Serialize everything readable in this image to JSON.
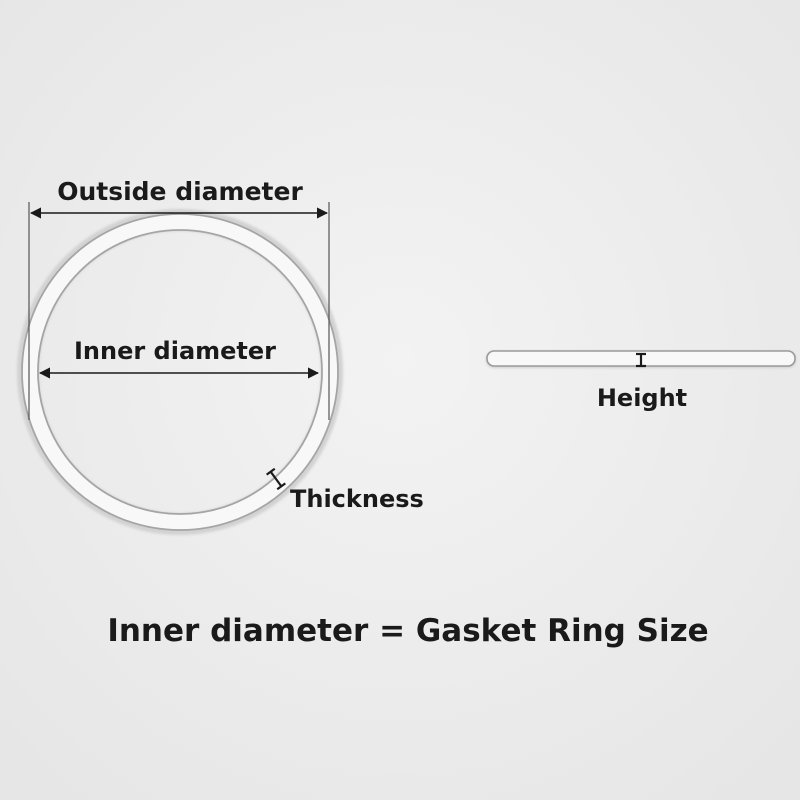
{
  "labels": {
    "outside_diameter": "Outside diameter",
    "inner_diameter": "Inner diameter",
    "thickness": "Thickness",
    "height": "Height",
    "formula": "Inner diameter = Gasket Ring Size"
  },
  "colors": {
    "background": "#ececec",
    "ring_fill": "#f8f8f8",
    "ring_edge": "#9a9a9a",
    "line": "#1a1a1a"
  }
}
